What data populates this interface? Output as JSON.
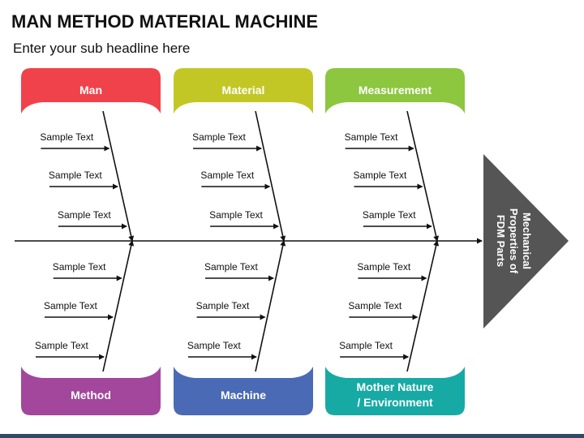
{
  "title": "MAN METHOD MATERIAL MACHINE",
  "subtitle": "Enter your sub headline here",
  "effect": {
    "lines": [
      "Mechanical",
      "Properties of",
      "FDM Parts"
    ],
    "color": "#555555"
  },
  "categories": [
    {
      "id": "man",
      "label_lines": [
        "Man"
      ],
      "color": "#f0424a",
      "position": "top",
      "items": [
        "Sample Text",
        "Sample Text",
        "Sample Text"
      ]
    },
    {
      "id": "material",
      "label_lines": [
        "Material"
      ],
      "color": "#c3c726",
      "position": "top",
      "items": [
        "Sample Text",
        "Sample Text",
        "Sample Text"
      ]
    },
    {
      "id": "measurement",
      "label_lines": [
        "Measurement"
      ],
      "color": "#8dc63f",
      "position": "top",
      "items": [
        "Sample Text",
        "Sample Text",
        "Sample Text"
      ]
    },
    {
      "id": "method",
      "label_lines": [
        "Method"
      ],
      "color": "#a2479c",
      "position": "bottom",
      "items": [
        "Sample Text",
        "Sample Text",
        "Sample Text"
      ]
    },
    {
      "id": "machine",
      "label_lines": [
        "Machine"
      ],
      "color": "#4a6ab5",
      "position": "bottom",
      "items": [
        "Sample Text",
        "Sample Text",
        "Sample Text"
      ]
    },
    {
      "id": "mother-nature",
      "label_lines": [
        "Mother Nature",
        "/ Environment"
      ],
      "color": "#17aaa5",
      "position": "bottom",
      "items": [
        "Sample Text",
        "Sample Text",
        "Sample Text"
      ]
    }
  ]
}
